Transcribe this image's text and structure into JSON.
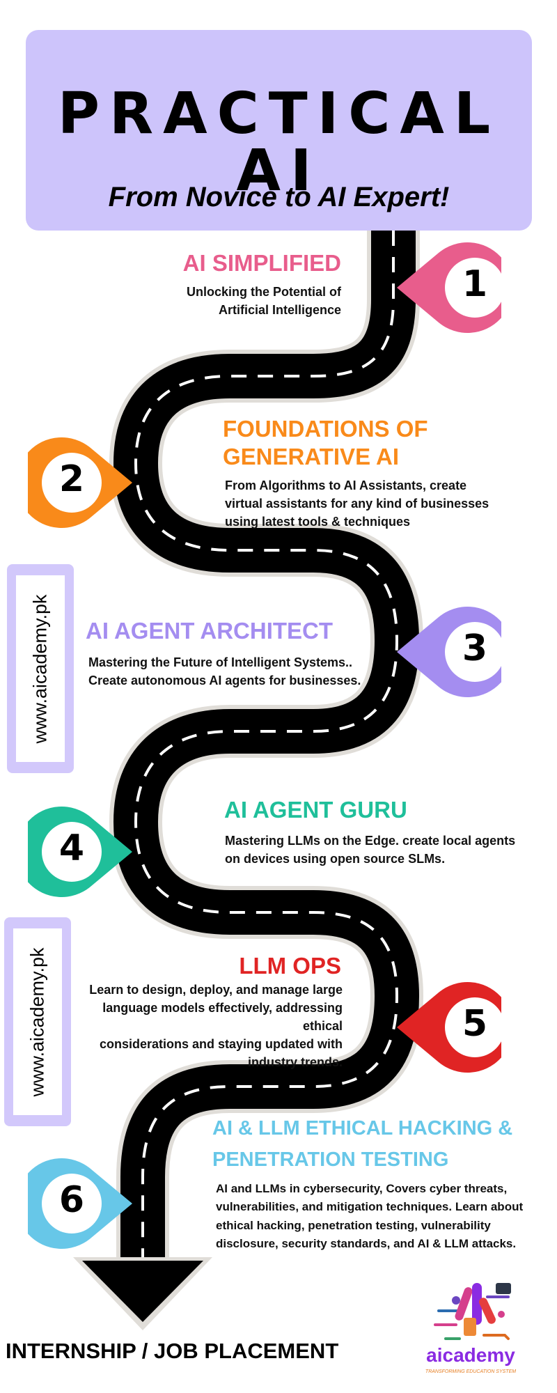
{
  "header": {
    "title": "PRACTICAL AI",
    "subtitle": "From Novice to AI Expert!"
  },
  "colors": {
    "header_bg": "#cdc4fb",
    "road": "#000000",
    "stage1": "#e85d8c",
    "stage2": "#f98a1a",
    "stage3": "#a48df0",
    "stage4": "#1fbf9a",
    "stage5": "#e02424",
    "stage6": "#67c7e8"
  },
  "stages": [
    {
      "number": "1",
      "title": "AI SIMPLIFIED",
      "desc_lines": [
        "Unlocking the Potential of",
        "Artificial Intelligence"
      ],
      "icon": "map-pin-icon"
    },
    {
      "number": "2",
      "title_lines": [
        "FOUNDATIONS OF",
        "GENERATIVE AI"
      ],
      "desc_lines": [
        "From Algorithms to AI Assistants, create",
        "virtual assistants for any kind of businesses",
        "using latest tools & techniques"
      ],
      "icon": "map-pin-icon"
    },
    {
      "number": "3",
      "title": "AI AGENT ARCHITECT",
      "desc_lines": [
        "Mastering the Future of Intelligent Systems..",
        "Create autonomous AI agents for businesses."
      ],
      "icon": "map-pin-icon"
    },
    {
      "number": "4",
      "title": "AI AGENT GURU",
      "desc_lines": [
        "Mastering LLMs on the Edge. create local agents",
        "on devices using open source SLMs."
      ],
      "icon": "map-pin-icon"
    },
    {
      "number": "5",
      "title": "LLM OPS",
      "desc_lines": [
        "Learn to design, deploy, and manage large",
        "language models effectively, addressing ethical",
        "considerations and staying updated with",
        "industry trends."
      ],
      "icon": "map-pin-icon"
    },
    {
      "number": "6",
      "title_lines": [
        "AI & LLM ETHICAL HACKING &",
        "PENETRATION TESTING"
      ],
      "desc_lines": [
        "AI and LLMs in cybersecurity, Covers cyber threats,",
        "vulnerabilities, and mitigation techniques. Learn about",
        "ethical hacking, penetration testing, vulnerability",
        "disclosure, security standards, and AI & LLM attacks."
      ],
      "icon": "map-pin-icon"
    }
  ],
  "side_badges": [
    "www.aicademy.pk",
    "www.aicademy.pk"
  ],
  "footer": {
    "label": "INTERNSHIP / JOB PLACEMENT",
    "logo_name": "aicademy",
    "logo_tagline": "TRANSFORMING EDUCATION SYSTEM",
    "logo_icon": "aicademy-logo-icon"
  }
}
